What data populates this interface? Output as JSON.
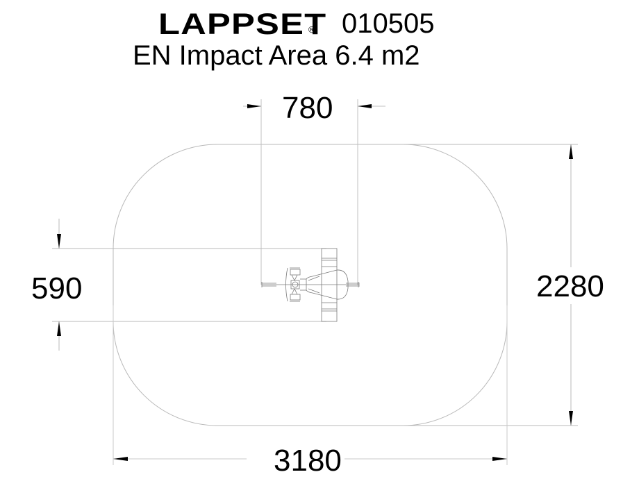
{
  "header": {
    "brand": "LAPPSET",
    "registered_mark": "®",
    "product_code": "010505",
    "subtitle": "EN Impact Area 6.4 m2"
  },
  "dimensions": {
    "equipment_width": "780",
    "equipment_depth": "590",
    "area_depth": "2280",
    "area_width": "3180"
  },
  "colors": {
    "text": "#000000",
    "outline": "#b0b0b0",
    "equipment": "#808080",
    "background": "#ffffff"
  }
}
